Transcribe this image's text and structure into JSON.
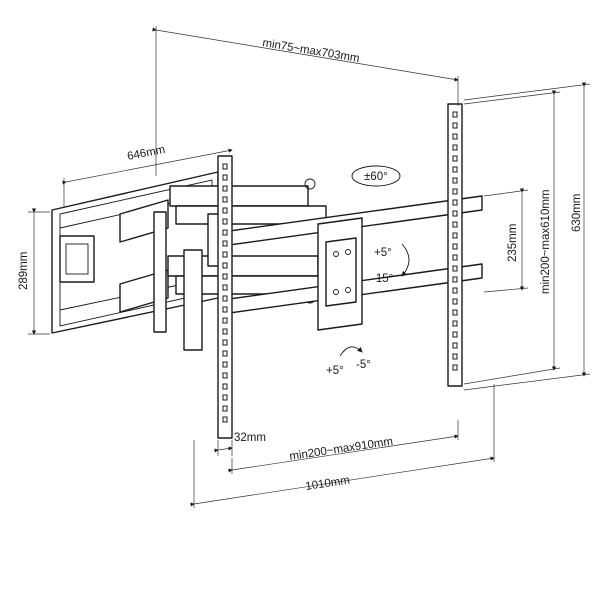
{
  "dimensions": {
    "top_vesa": "min75~max703mm",
    "arm_depth": "646mm",
    "wall_height": "289mm",
    "rail_spacing": "235mm",
    "vertical_vesa": "min200~max610mm",
    "total_height": "630mm",
    "rail_width": "32mm",
    "horizontal_vesa": "min200~max910mm",
    "total_width": "1010mm"
  },
  "motions": {
    "swivel": "±60°",
    "tilt_up": "+5°",
    "tilt_down": "-15°",
    "level_plus": "+5°",
    "level_minus": "-5°"
  }
}
